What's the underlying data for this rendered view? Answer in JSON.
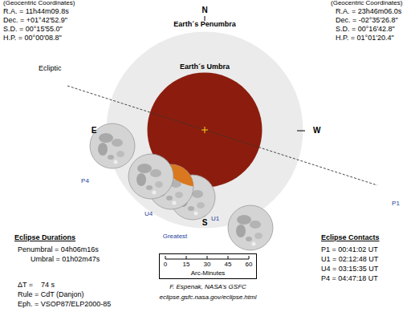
{
  "diagram": {
    "nodes": [
      {
        "text": [
          "Earth´s Penumbra"
        ]
      },
      {
        "text": [
          "Earth´s Umbra"
        ],
        "in": 0
      },
      {
        "text": [
          "0",
          "15",
          "30",
          "45",
          "60",
          "Arc-Minutes"
        ]
      }
    ],
    "labels": [
      "(Geocentric Coordinates)",
      "R.A. = 11h44m09.8s",
      "Dec. = +01°42'52.9\"",
      "S.D. = 00°15'55.0\"",
      "H.P. = 00°00'08.8\"",
      "(Geocentric Coordinates)",
      "R.A. = 23h46m06.0s",
      "Dec. = -02°35'26.8\"",
      "S.D. = 00°16'42.8\"",
      "H.P. = 01°01'20.4\"",
      "N",
      "Ecliptic",
      "E",
      "W",
      "P4",
      "U4",
      "Greatest",
      "U1",
      "S",
      "P1",
      "Eclipse Durations",
      "Penumbral = 04h06m16s",
      "Umbral = 01h02m47s",
      "ΔT =    74 s",
      "Rule = CdT (Danjon)",
      "Eph. = VSOP87/ELP2000-85",
      "F. Espenak, NASA's GSFC",
      "eclipse.gsfc.nasa.gov/eclipse.html",
      "Eclipse Contacts",
      "P1 = 00:41:02 UT",
      "U1 = 02:12:48 UT",
      "U4 = 03:15:35 UT",
      "P4 = 04:47:18 UT"
    ]
  }
}
